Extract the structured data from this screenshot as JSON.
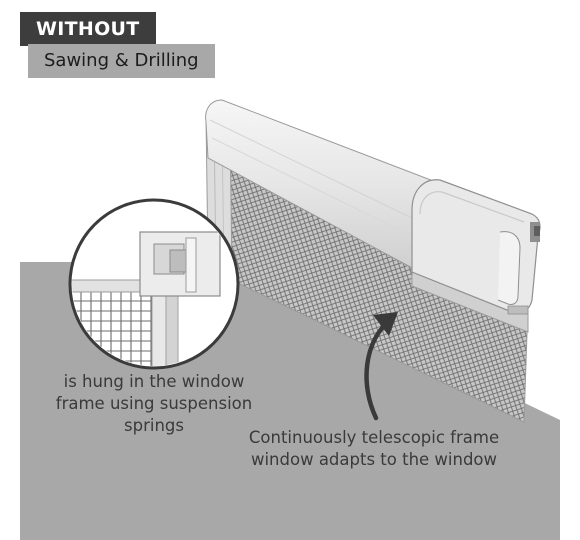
{
  "header": {
    "tag": "WITHOUT",
    "subtitle": "Sawing & Drilling"
  },
  "captions": {
    "detail": "is hung in the window frame using suspension springs",
    "frame": "Continuously telescopic frame window adapts to the window"
  },
  "colors": {
    "dark_badge": "#3d3d3d",
    "light_badge": "#a8a8a8",
    "wall": "#a8a8a8",
    "arrow": "#3a3a3a"
  }
}
